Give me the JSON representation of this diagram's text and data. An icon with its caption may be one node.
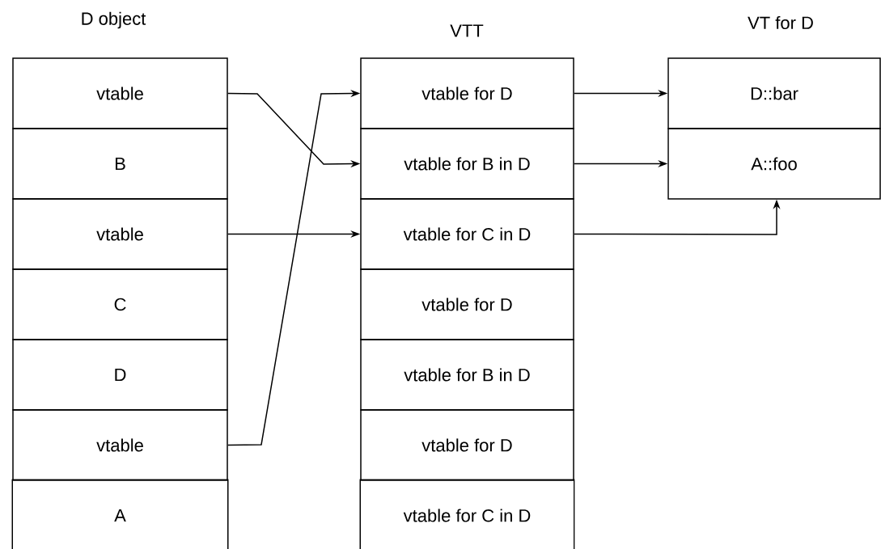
{
  "diagram": {
    "nodes": [
      {
        "text": [
          "vtable"
        ]
      },
      {
        "text": [
          "B"
        ]
      },
      {
        "text": [
          "vtable"
        ]
      },
      {
        "text": [
          "C"
        ]
      },
      {
        "text": [
          "D"
        ]
      },
      {
        "text": [
          "vtable"
        ]
      },
      {
        "text": [
          "A"
        ]
      },
      {
        "text": [
          "vtable for D"
        ]
      },
      {
        "text": [
          "vtable for B in D"
        ]
      },
      {
        "text": [
          "vtable for C in D"
        ]
      },
      {
        "text": [
          "vtable for D"
        ]
      },
      {
        "text": [
          "vtable for B in D"
        ]
      },
      {
        "text": [
          "vtable for D"
        ]
      },
      {
        "text": [
          "vtable for C in D"
        ]
      },
      {
        "text": [
          "D::bar"
        ]
      },
      {
        "text": [
          "A::foo"
        ]
      }
    ],
    "edges": [
      {
        "from": 0,
        "to": 8,
        "arrow": "to"
      },
      {
        "from": 2,
        "to": 9,
        "arrow": "to"
      },
      {
        "from": 5,
        "to": 7,
        "arrow": "to"
      },
      {
        "from": 7,
        "to": 14,
        "arrow": "to"
      },
      {
        "from": 8,
        "to": 15,
        "arrow": "to"
      },
      {
        "from": 9,
        "to": 15,
        "arrow": "to"
      }
    ],
    "labels": [
      "D object",
      "VTT",
      "VT for D"
    ]
  }
}
